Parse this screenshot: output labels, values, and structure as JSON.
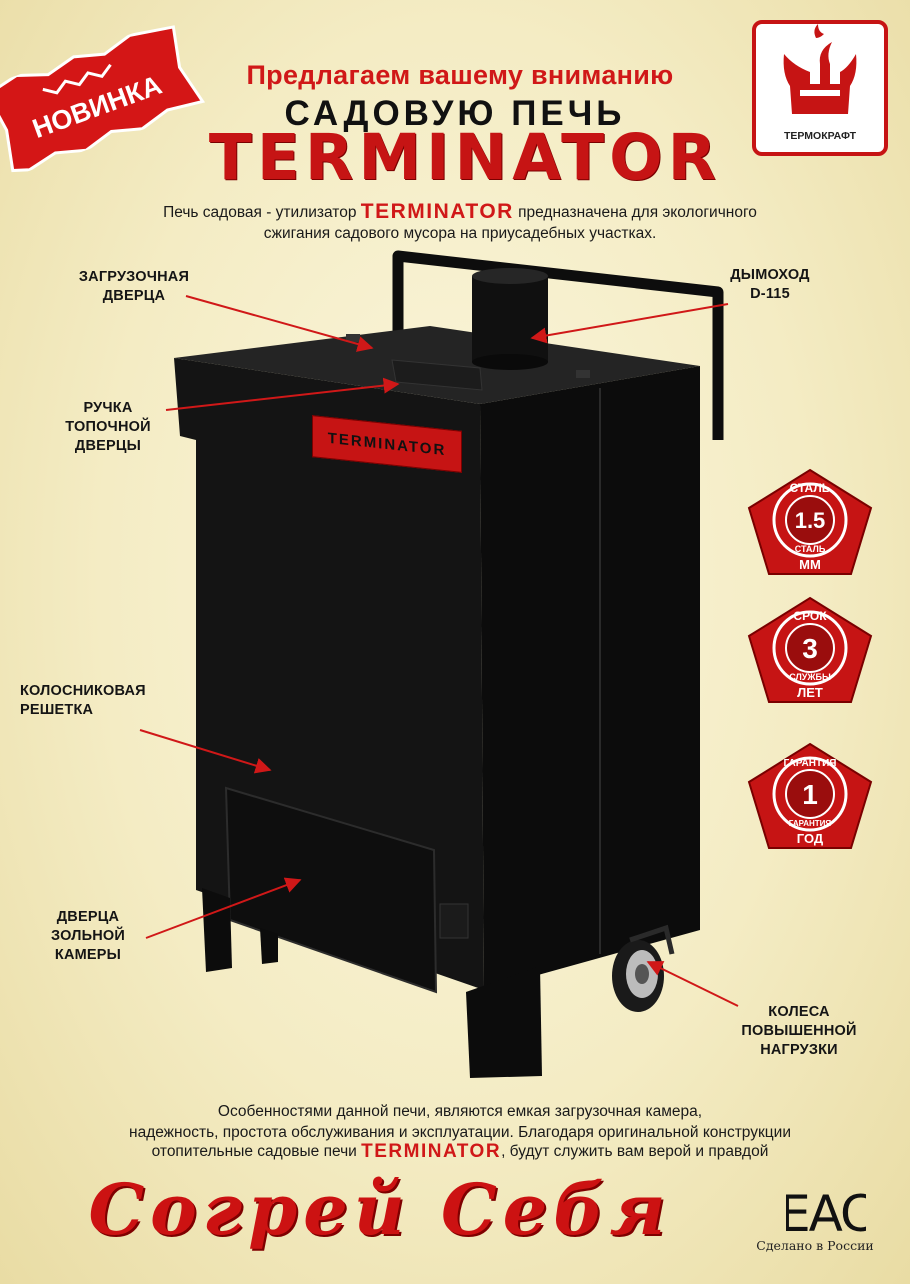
{
  "badge_new": "НОВИНКА",
  "header": {
    "line1": "Предлагаем вашему вниманию",
    "line2": "САДОВУЮ ПЕЧЬ",
    "line3": "TERMINATOR"
  },
  "logo": {
    "caption": "ТЕРМОКРАФТ"
  },
  "intro": {
    "part1": "Печь  садовая   - утилизатор",
    "brand": "TERMINATOR",
    "part2": "предназначена для экологичного",
    "line2": "сжигания садового мусора  на приусадебных участках."
  },
  "product_plate": "TERMINATOR",
  "labels": {
    "loading_door": [
      "ЗАГРУЗОЧНАЯ",
      "ДВЕРЦА"
    ],
    "chimney": [
      "ДЫМОХОД",
      "D-115"
    ],
    "handle": [
      "РУЧКА",
      "ТОПОЧНОЙ",
      "ДВЕРЦЫ"
    ],
    "grate": [
      "КОЛОСНИКОВАЯ",
      "РЕШЕТКА"
    ],
    "ash_door": [
      "ДВЕРЦА",
      "ЗОЛЬНОЙ",
      "КАМЕРЫ"
    ],
    "wheels": [
      "КОЛЕСА",
      "ПОВЫШЕННОЙ",
      "НАГРУЗКИ"
    ]
  },
  "badges": [
    {
      "top": "СТАЛЬ",
      "value": "1.5",
      "arc2": "СТАЛЬ",
      "bottom": "ММ"
    },
    {
      "top": "СРОК",
      "value": "3",
      "arc2": "СЛУЖБЫ",
      "bottom": "ЛЕТ"
    },
    {
      "top": "ГАРАНТИЯ",
      "value": "1",
      "arc2": "ГАРАНТИЯ",
      "bottom": "ГОД"
    }
  ],
  "outro": {
    "line1": "Особенностями данной печи, являются емкая загрузочная камера,",
    "line2": "надежность, простота обслуживания и эксплуатации. Благодаря оригинальной конструкции",
    "line3a": "отопительные садовые печи",
    "brand": "TERMINATOR",
    "line3b": ", будут служить вам верой и правдой"
  },
  "slogan": "Согрей  Себя",
  "certification": {
    "mark": "EAC",
    "made_in": "Сделано в России"
  },
  "colors": {
    "accent": "#d01818",
    "stove": "#161616",
    "background": "#f7f0d0"
  }
}
